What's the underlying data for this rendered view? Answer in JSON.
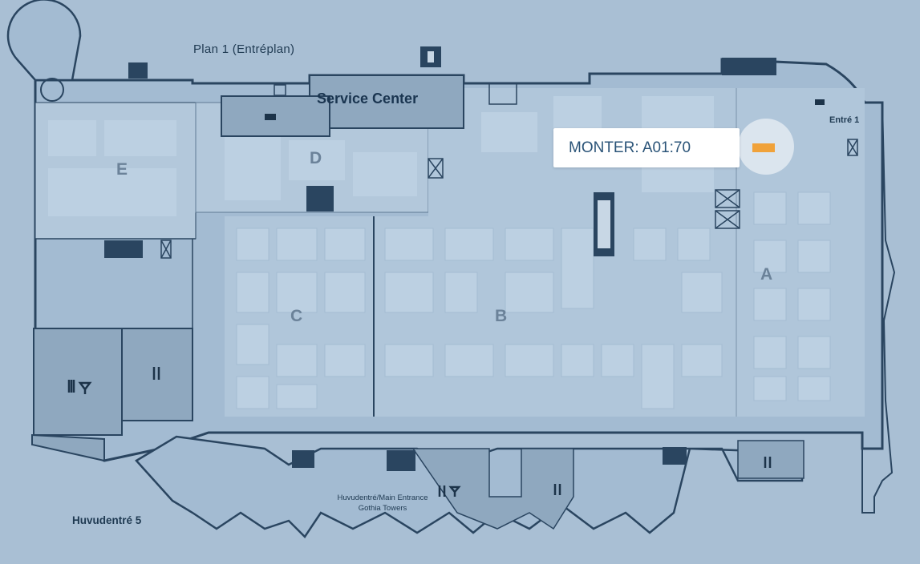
{
  "map": {
    "plan_title": "Plan 1 (Entréplan)",
    "service_center": "Service Center",
    "halls": [
      "E",
      "D",
      "C",
      "B",
      "A"
    ],
    "entrances": {
      "entre1": "Entré 1",
      "huvudentre5": "Huvudentré 5",
      "main_entrance_line1": "Huvudentré/Main Entrance",
      "main_entrance_line2": "Gothia Towers"
    }
  },
  "popup": {
    "label": "MONTER: A01:70"
  },
  "colors": {
    "background": "#a9bfd4",
    "wall": "#2a4560",
    "dark_fill": "#8fa8bf",
    "booth_fill": "#bcd0e2",
    "marker": "#f0a23a",
    "popup_text": "#2b5478"
  },
  "icons": [
    "restroom-icon",
    "cafe-icon",
    "restaurant-icon",
    "bar-icon",
    "elevator-icon",
    "escalator-icon",
    "accessible-icon",
    "cloakroom-icon"
  ]
}
